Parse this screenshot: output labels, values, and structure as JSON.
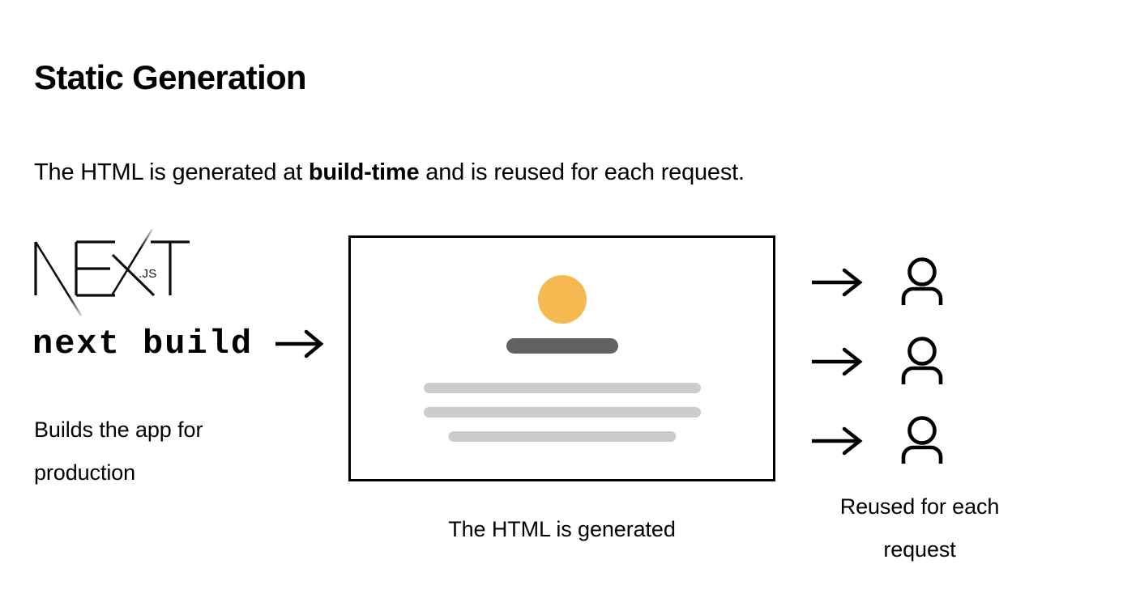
{
  "page": {
    "title": "Static Generation",
    "subtitle_prefix": "The HTML is generated at ",
    "subtitle_strong": "build-time",
    "subtitle_suffix": " and is reused for each request."
  },
  "left_column": {
    "logo_text": "NEXT",
    "logo_suffix": ".JS",
    "command": "next build",
    "arrow_glyph": "→",
    "description_line1": "Builds the app for",
    "description_line2": "production"
  },
  "center": {
    "caption": "The HTML is generated",
    "mockup": {
      "avatar_color": "#F6B952",
      "title_bar_color": "#616161",
      "text_line_color": "#CCCCCC",
      "border_color": "#000000",
      "background": "#FFFFFF"
    }
  },
  "right_column": {
    "caption_line1": "Reused for each",
    "caption_line2": "request",
    "rows": [
      {
        "arrow": "arrow-right",
        "user": "user-icon"
      },
      {
        "arrow": "arrow-right",
        "user": "user-icon"
      },
      {
        "arrow": "arrow-right",
        "user": "user-icon"
      }
    ]
  },
  "colors": {
    "text": "#000000",
    "accent_orange": "#F6B952",
    "bar_dark": "#616161",
    "bar_light": "#CCCCCC"
  }
}
